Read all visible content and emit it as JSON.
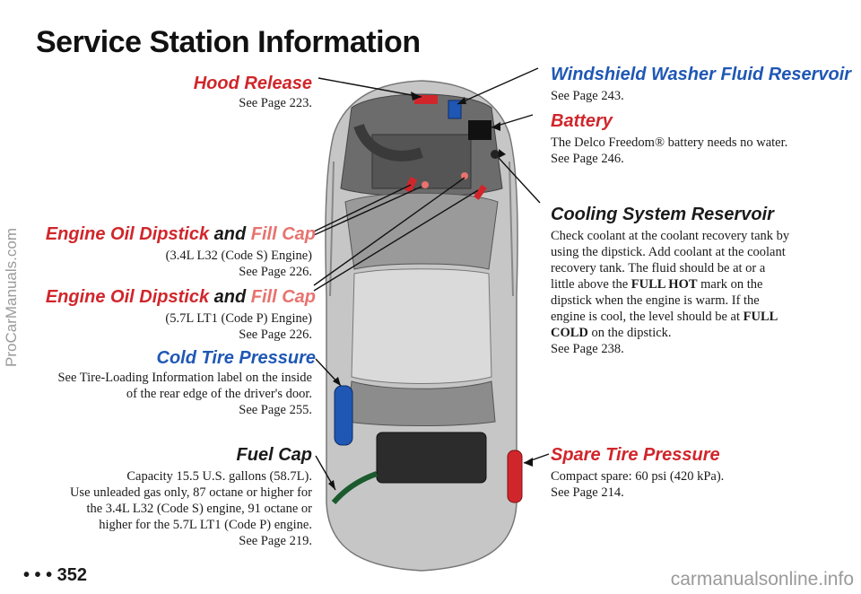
{
  "page": {
    "title": "Service Station Information",
    "page_number": "• • • 352",
    "watermark_side": "ProCarManuals.com",
    "watermark_bottom": "carmanualsonline.info"
  },
  "left": {
    "hood_release": {
      "label": "Hood Release",
      "ref": "See Page 223."
    },
    "oil_1": {
      "label_a": "Engine Oil Dipstick",
      "label_and": "and",
      "label_b": "Fill Cap",
      "engine": "(3.4L L32 (Code S) Engine)",
      "ref": "See Page 226."
    },
    "oil_2": {
      "label_a": "Engine Oil Dipstick",
      "label_and": "and",
      "label_b": "Fill Cap",
      "engine": "(5.7L LT1 (Code P) Engine)",
      "ref": "See Page 226."
    },
    "cold_tire": {
      "label": "Cold Tire Pressure",
      "line1": "See Tire-Loading Information label on the inside",
      "line2": "of the rear edge of the driver's door.",
      "ref": "See Page 255."
    },
    "fuel_cap": {
      "label": "Fuel Cap",
      "line1": "Capacity 15.5 U.S. gallons (58.7L).",
      "line2": "Use unleaded gas only, 87 octane or higher for",
      "line3": "the 3.4L L32 (Code S) engine, 91 octane or",
      "line4": "higher for the 5.7L LT1 (Code P) engine.",
      "ref": "See Page 219."
    }
  },
  "right": {
    "washer": {
      "label": "Windshield Washer Fluid Reservoir",
      "ref": "See Page 243."
    },
    "battery": {
      "label": "Battery",
      "line1": "The Delco Freedom® battery needs no water.",
      "ref": "See Page 246."
    },
    "cooling": {
      "label": "Cooling System Reservoir",
      "line1": "Check coolant at the coolant recovery tank by",
      "line2": "using the dipstick. Add coolant at the coolant",
      "line3": "recovery tank. The fluid should be at or a",
      "line4_a": "little above the ",
      "line4_b": "FULL HOT",
      "line4_c": " mark on the",
      "line5": "dipstick when the engine is warm. If the",
      "line6_a": "engine is cool, the level should be at ",
      "line6_b": "FULL",
      "line7_a": "COLD",
      "line7_b": " on the dipstick.",
      "ref": "See Page 238."
    },
    "spare": {
      "label": "Spare Tire Pressure",
      "line1": "Compact spare: 60 psi (420 kPa).",
      "ref": "See Page 214."
    }
  },
  "colors": {
    "red": "#d0262b",
    "blue": "#1f57b5",
    "pink": "#e8736f",
    "car_body": "#c8c8c8"
  }
}
